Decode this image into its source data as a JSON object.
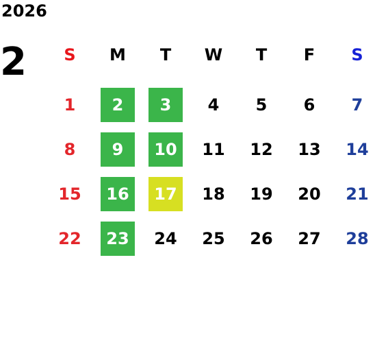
{
  "calendar": {
    "year": "2026",
    "month": "2",
    "weekdays": [
      "S",
      "M",
      "T",
      "W",
      "T",
      "F",
      "S"
    ],
    "colors": {
      "sunday": "#e3262b",
      "saturday": "#1e3e9a",
      "highlight_green": "#3bb54a",
      "highlight_yellow": "#d7df22"
    },
    "weeks": [
      [
        "1",
        "2",
        "3",
        "4",
        "5",
        "6",
        "7"
      ],
      [
        "8",
        "9",
        "10",
        "11",
        "12",
        "13",
        "14"
      ],
      [
        "15",
        "16",
        "17",
        "18",
        "19",
        "20",
        "21"
      ],
      [
        "22",
        "23",
        "24",
        "25",
        "26",
        "27",
        "28"
      ]
    ]
  }
}
